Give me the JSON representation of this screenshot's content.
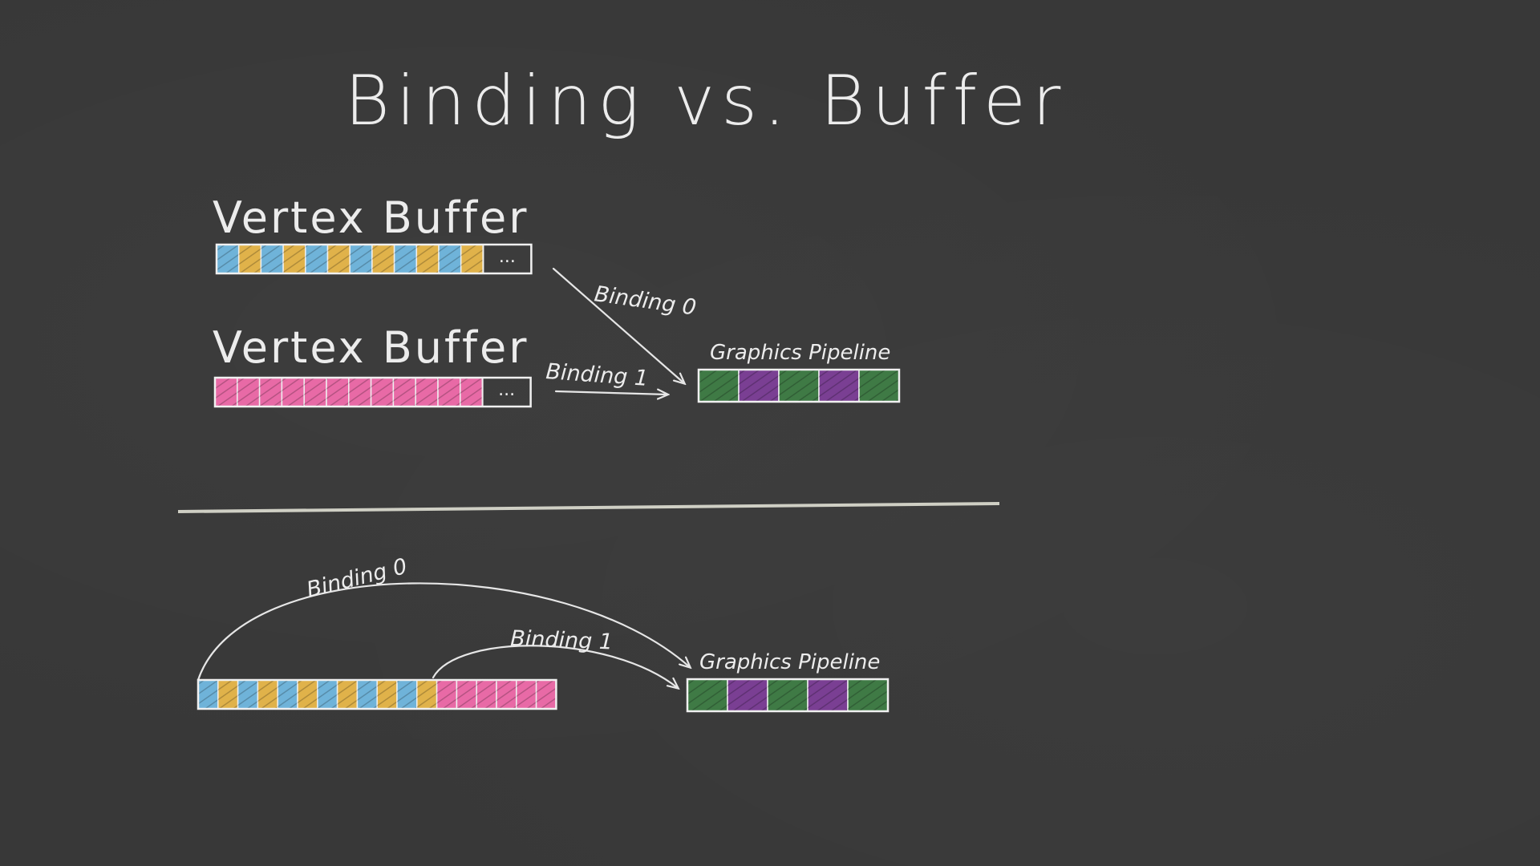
{
  "title": "Binding vs. Buffer",
  "top": {
    "buffer1": {
      "label": "Vertex Buffer",
      "cells": [
        "blue",
        "yellow",
        "blue",
        "yellow",
        "blue",
        "yellow",
        "blue",
        "yellow",
        "blue",
        "yellow",
        "blue",
        "yellow"
      ],
      "ellipsis": "..."
    },
    "buffer2": {
      "label": "Vertex Buffer",
      "cells": [
        "pink",
        "pink",
        "pink",
        "pink",
        "pink",
        "pink",
        "pink",
        "pink",
        "pink",
        "pink",
        "pink",
        "pink"
      ],
      "ellipsis": "..."
    },
    "binding0_label": "Binding 0",
    "binding1_label": "Binding 1",
    "pipeline": {
      "label": "Graphics Pipeline",
      "cells": [
        "green",
        "purple",
        "green",
        "purple",
        "green"
      ]
    }
  },
  "bottom": {
    "buffer": {
      "cells": [
        "blue",
        "yellow",
        "blue",
        "yellow",
        "blue",
        "yellow",
        "blue",
        "yellow",
        "blue",
        "yellow",
        "blue",
        "yellow",
        "pink",
        "pink",
        "pink",
        "pink",
        "pink",
        "pink"
      ]
    },
    "binding0_label": "Binding 0",
    "binding1_label": "Binding 1",
    "pipeline": {
      "label": "Graphics Pipeline",
      "cells": [
        "green",
        "purple",
        "green",
        "purple",
        "green"
      ]
    }
  },
  "colors": {
    "blue": "#6fb3d9",
    "yellow": "#e0b24a",
    "pink": "#e86aa6",
    "green": "#3f7a45",
    "purple": "#7a3f93",
    "chalk": "#ececec",
    "board": "#383838"
  }
}
